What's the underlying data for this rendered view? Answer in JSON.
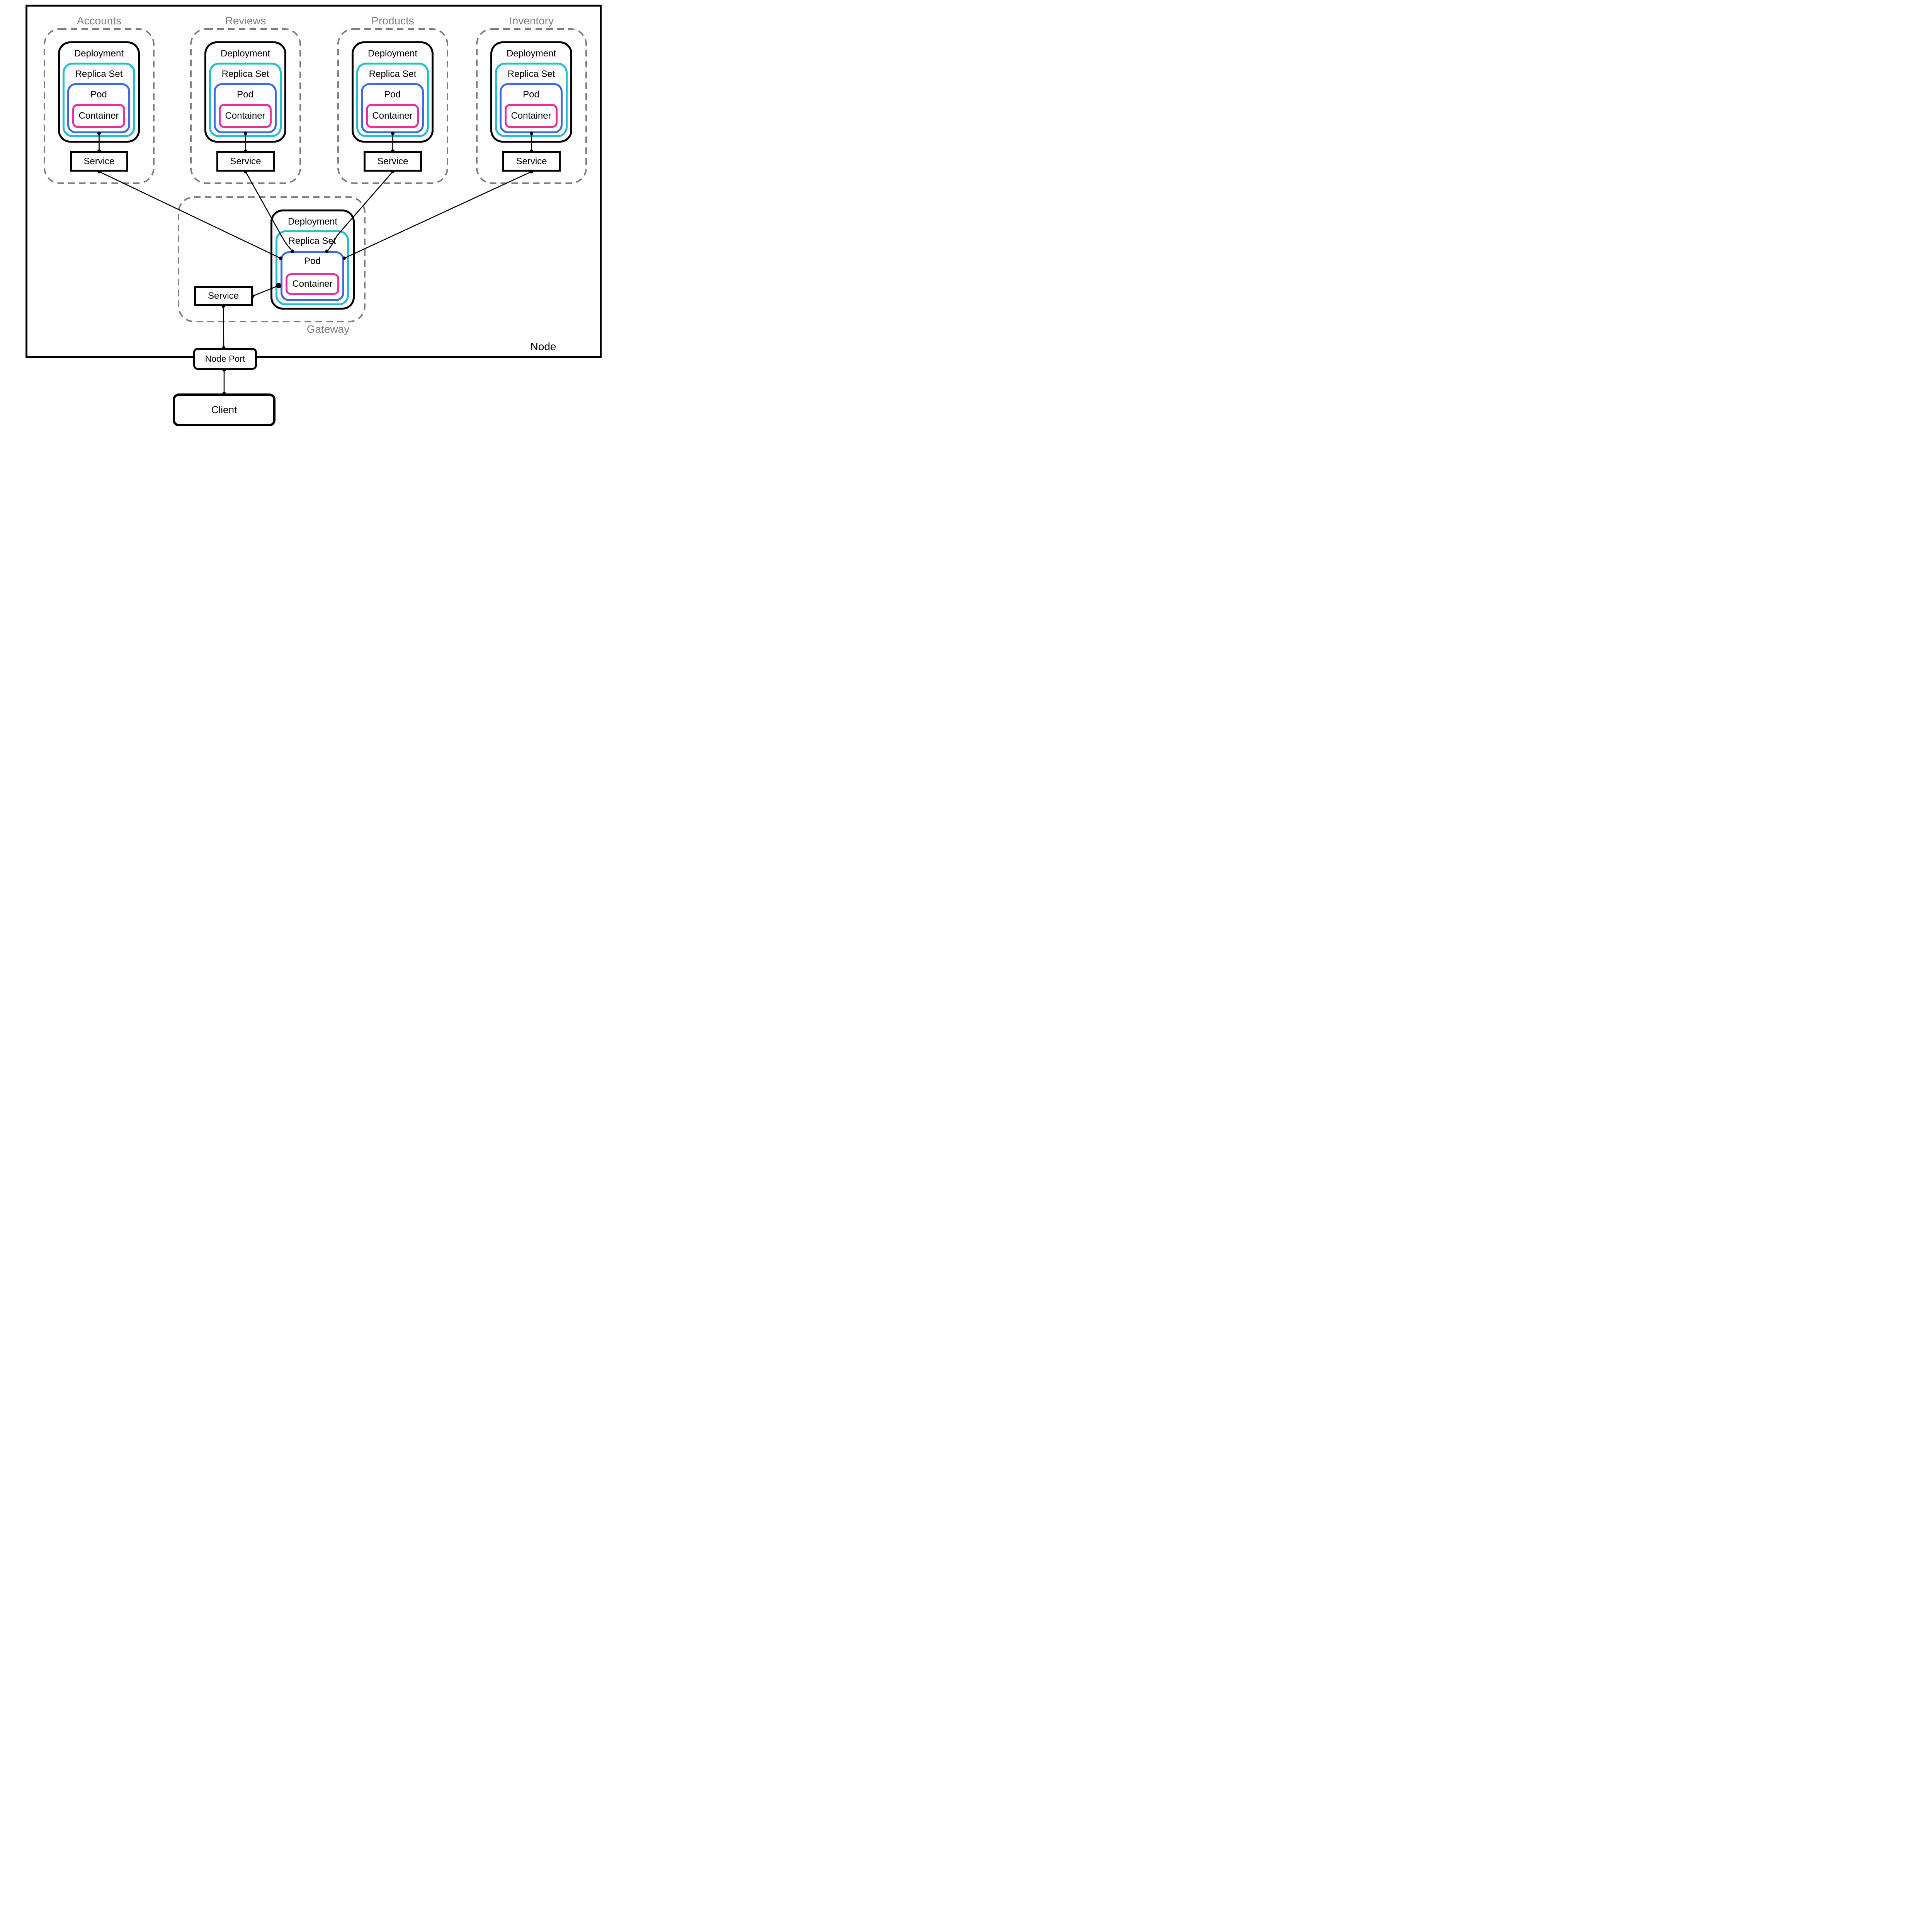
{
  "colors": {
    "cyan": "#22BECF",
    "blue": "#3B6BE0",
    "magenta": "#EC2D9B",
    "gray": "#7D7D7D",
    "ink": "#000000"
  },
  "node": {
    "label": "Node"
  },
  "groups": [
    {
      "name": "Accounts",
      "layers": {
        "deployment": "Deployment",
        "replica_set": "Replica Set",
        "pod": "Pod",
        "container": "Container"
      },
      "service": "Service"
    },
    {
      "name": "Reviews",
      "layers": {
        "deployment": "Deployment",
        "replica_set": "Replica Set",
        "pod": "Pod",
        "container": "Container"
      },
      "service": "Service"
    },
    {
      "name": "Products",
      "layers": {
        "deployment": "Deployment",
        "replica_set": "Replica Set",
        "pod": "Pod",
        "container": "Container"
      },
      "service": "Service"
    },
    {
      "name": "Inventory",
      "layers": {
        "deployment": "Deployment",
        "replica_set": "Replica Set",
        "pod": "Pod",
        "container": "Container"
      },
      "service": "Service"
    }
  ],
  "gateway": {
    "name": "Gateway",
    "layers": {
      "deployment": "Deployment",
      "replica_set": "Replica Set",
      "pod": "Pod",
      "container": "Container"
    },
    "service": "Service"
  },
  "node_port": {
    "label": "Node Port"
  },
  "client": {
    "label": "Client"
  }
}
